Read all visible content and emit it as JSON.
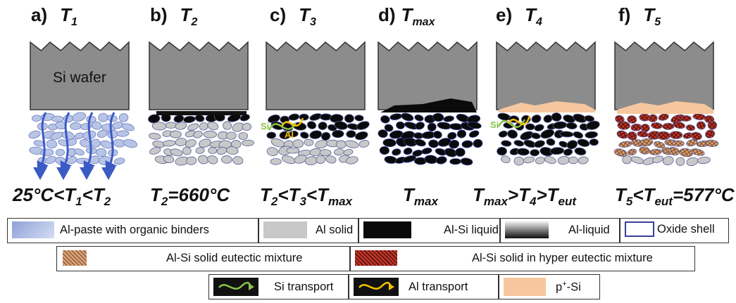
{
  "panels": [
    {
      "letter": "a)",
      "temp": "T",
      "sub": "1"
    },
    {
      "letter": "b)",
      "temp": "T",
      "sub": "2"
    },
    {
      "letter": "c)",
      "temp": "T",
      "sub": "3"
    },
    {
      "letter": "d)",
      "temp": "T",
      "sub": "max"
    },
    {
      "letter": "e)",
      "temp": "T",
      "sub": "4"
    },
    {
      "letter": "f)",
      "temp": "T",
      "sub": "5"
    }
  ],
  "wafer_label": "Si wafer",
  "transport_labels": {
    "si": "Si",
    "al": "Al"
  },
  "conditions": {
    "a": [
      "25°C<T",
      "1",
      "<T",
      "2"
    ],
    "b": [
      "T",
      "2",
      "=660°C"
    ],
    "c": [
      "T",
      "2",
      "<T",
      "3",
      "<T",
      "max"
    ],
    "d": [
      "T",
      "max"
    ],
    "e": [
      "T",
      "max",
      ">T",
      "4",
      ">T",
      "eut"
    ],
    "f": [
      "T",
      "5",
      "<T",
      "eut",
      "=577°C"
    ]
  },
  "legend": {
    "row1": [
      "Al-paste with organic binders",
      "Al solid",
      "Al-Si liquid",
      "Al-liquid",
      "Oxide shell"
    ],
    "row2": [
      "Al-Si solid eutectic mixture",
      "Al-Si solid in hyper eutectic mixture"
    ],
    "row3": [
      "Si transport",
      "Al transport",
      "p",
      "+",
      "-Si"
    ]
  },
  "colors": {
    "wafer": "#8c8c8c",
    "paste": "#9fb0dc",
    "al_solid": "#c8c8c8",
    "al_si_liquid": "#0a0a0a",
    "oxide": "#3a3f9a",
    "eutectic": "#b87a4b",
    "hyper_eutectic": "#a02a1a",
    "p_si": "#f6c79e",
    "si_arrow": "#8bc34a",
    "al_arrow": "#f2c200",
    "blue_arrow": "#3b5bc4"
  }
}
